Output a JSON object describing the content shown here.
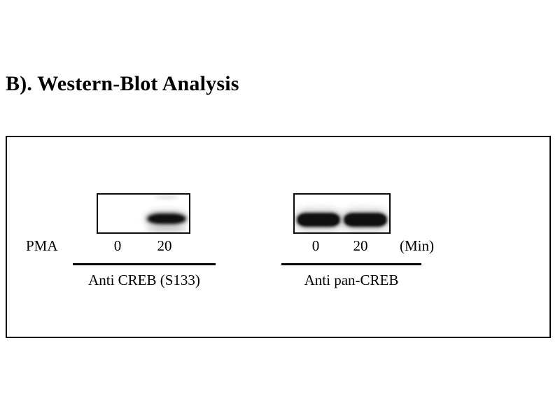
{
  "figure": {
    "title": "B). Western-Blot Analysis",
    "treatment_label": "PMA",
    "time_unit": "(Min)",
    "panels": [
      {
        "id": "anti-creb-s133",
        "caption": "Anti CREB (S133)",
        "lanes": [
          {
            "label": "0",
            "signal": "none"
          },
          {
            "label": "20",
            "signal": "strong"
          }
        ]
      },
      {
        "id": "anti-pan-creb",
        "caption": "Anti pan-CREB",
        "lanes": [
          {
            "label": "0",
            "signal": "strong"
          },
          {
            "label": "20",
            "signal": "strong"
          }
        ]
      }
    ]
  },
  "colors": {
    "background": "#ffffff",
    "ink": "#000000",
    "band": "#101010",
    "frame": "#000000"
  }
}
